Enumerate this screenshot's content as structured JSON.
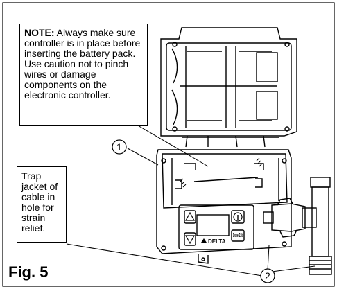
{
  "note": {
    "heading": "NOTE:",
    "body": " Always make sure controller is in place before inserting the battery pack. Use caution not to pinch wires or damage components on the electronic controller."
  },
  "trap_note": "Trap jacket of cable in hole for strain relief.",
  "figure_label": "Fig. 5",
  "callouts": {
    "one": "1",
    "two": "2"
  },
  "device": {
    "brand": "DELTA",
    "button_label": "Done Exit"
  },
  "icons": [
    "up-arrow-icon",
    "down-arrow-icon",
    "info-icon"
  ]
}
